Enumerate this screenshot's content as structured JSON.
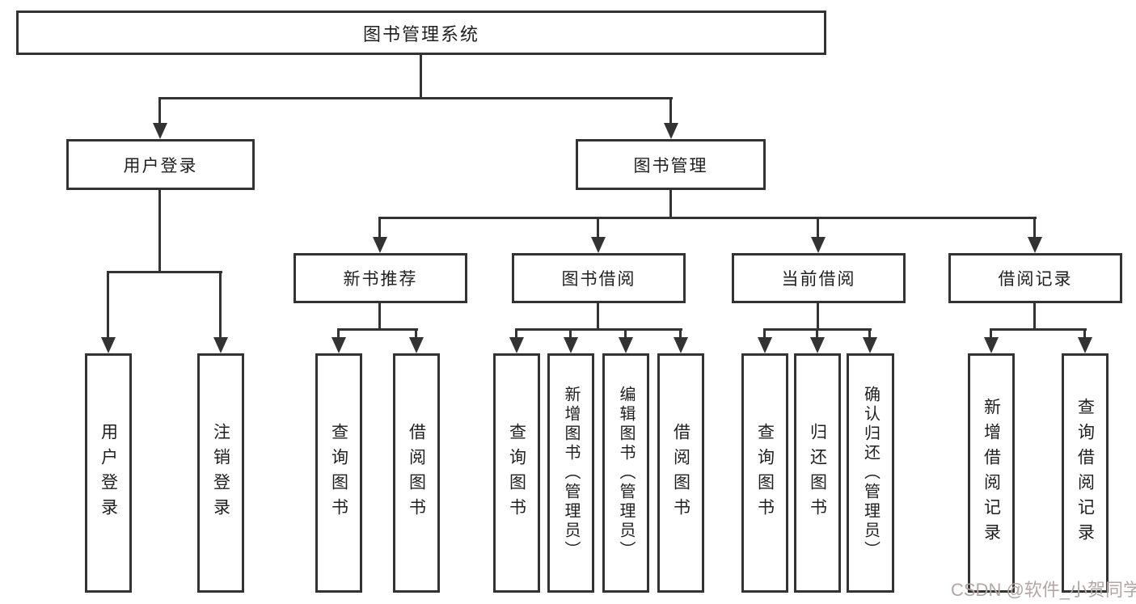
{
  "colors": {
    "line": "#333333",
    "box_border": "#333333",
    "background": "#ffffff",
    "text": "#1f1f1f",
    "watermark": "#b3a6a6"
  },
  "watermark": {
    "text": "CSDN @软件_小贺同学"
  },
  "tree": {
    "label": "图书管理系统",
    "children": [
      {
        "label": "用户登录",
        "children": [
          {
            "label": "用户登录"
          },
          {
            "label": "注销登录"
          }
        ]
      },
      {
        "label": "图书管理",
        "children": [
          {
            "label": "新书推荐",
            "children": [
              {
                "label": "查询图书"
              },
              {
                "label": "借阅图书"
              }
            ]
          },
          {
            "label": "图书借阅",
            "children": [
              {
                "label": "查询图书"
              },
              {
                "label": "新增图书（管理员）"
              },
              {
                "label": "编辑图书（管理员）"
              },
              {
                "label": "借阅图书"
              }
            ]
          },
          {
            "label": "当前借阅",
            "children": [
              {
                "label": "查询图书"
              },
              {
                "label": "归还图书"
              },
              {
                "label": "确认归还（管理员）"
              }
            ]
          },
          {
            "label": "借阅记录",
            "children": [
              {
                "label": "新增借阅记录"
              },
              {
                "label": "查询借阅记录"
              }
            ]
          }
        ]
      }
    ]
  }
}
